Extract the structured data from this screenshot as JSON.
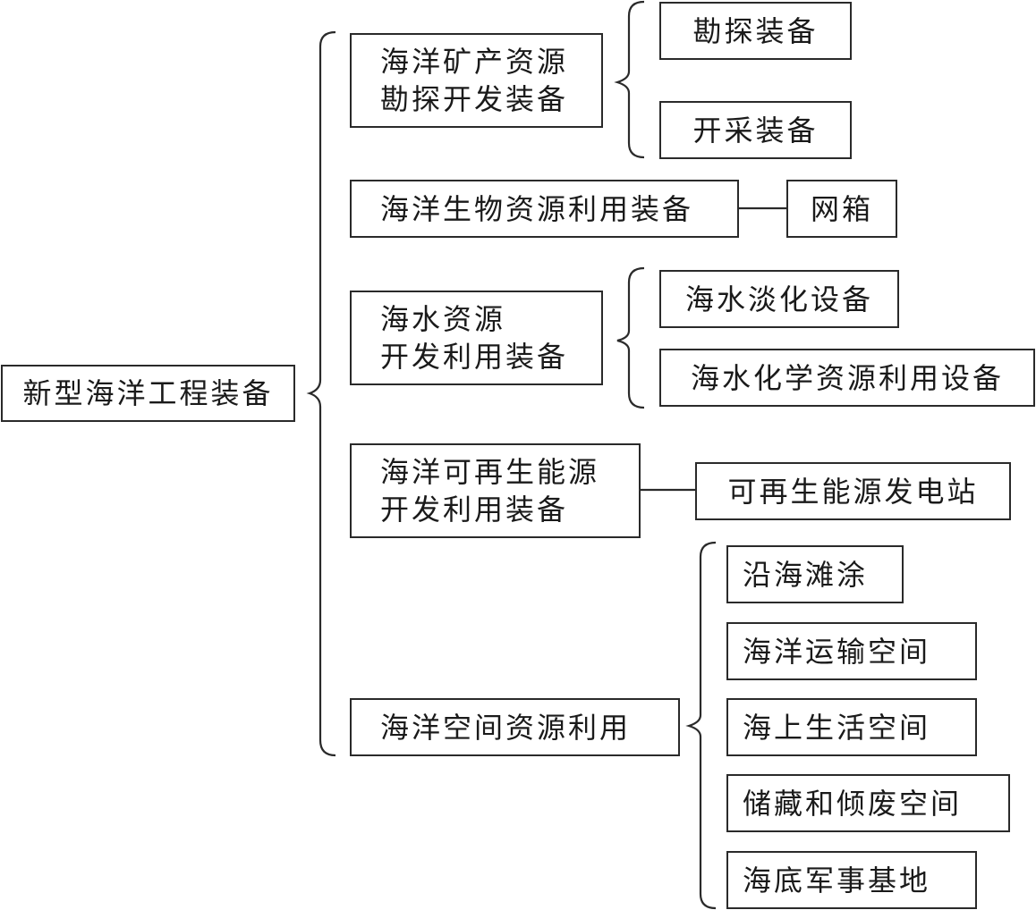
{
  "root": {
    "label": "新型海洋工程装备"
  },
  "categories": [
    {
      "lines": [
        "海洋矿产资源",
        "勘探开发装备"
      ],
      "children": [
        "勘探装备",
        "开采装备"
      ]
    },
    {
      "lines": [
        "海洋生物资源利用装备"
      ],
      "children": [
        "网箱"
      ]
    },
    {
      "lines": [
        "海水资源",
        "开发利用装备"
      ],
      "children": [
        "海水淡化设备",
        "海水化学资源利用设备"
      ]
    },
    {
      "lines": [
        "海洋可再生能源",
        "开发利用装备"
      ],
      "children": [
        "可再生能源发电站"
      ]
    },
    {
      "lines": [
        "海洋空间资源利用"
      ],
      "children": [
        "沿海滩涂",
        "海洋运输空间",
        "海上生活空间",
        "储藏和倾废空间",
        "海底军事基地"
      ]
    }
  ]
}
